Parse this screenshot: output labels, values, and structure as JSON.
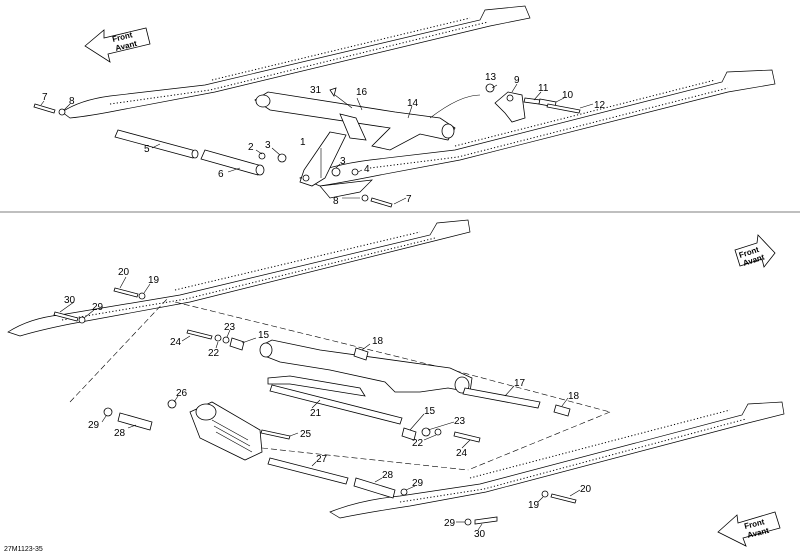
{
  "direction_label": {
    "line1": "Front",
    "line2": "Avant"
  },
  "drawing_code": "27M1123-35",
  "callouts_top": [
    "31",
    "16",
    "14",
    "13",
    "9",
    "11",
    "10",
    "12",
    "7",
    "8",
    "5",
    "1",
    "2",
    "3",
    "3",
    "4",
    "6",
    "8",
    "7"
  ],
  "callouts_bottom": [
    "20",
    "19",
    "30",
    "29",
    "24",
    "23",
    "15",
    "22",
    "18",
    "21",
    "17",
    "18",
    "15",
    "23",
    "22",
    "24",
    "26",
    "29",
    "28",
    "25",
    "27",
    "28",
    "29",
    "20",
    "19",
    "29",
    "30"
  ]
}
